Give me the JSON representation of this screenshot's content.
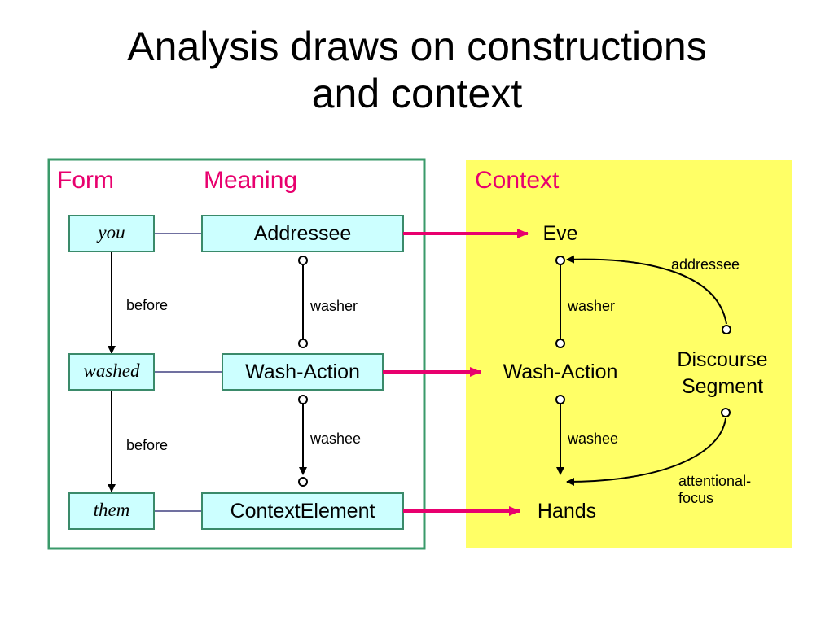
{
  "title": {
    "line1": "Analysis draws on constructions",
    "line2": "and context"
  },
  "panels": {
    "form_header": "Form",
    "meaning_header": "Meaning",
    "context_header": "Context"
  },
  "form_words": [
    "you",
    "washed",
    "them"
  ],
  "form_relations": [
    "before",
    "before"
  ],
  "meaning_nodes": [
    "Addressee",
    "Wash-Action",
    "ContextElement"
  ],
  "meaning_relations": [
    "washer",
    "washee"
  ],
  "context_nodes": [
    "Eve",
    "Wash-Action",
    "Hands"
  ],
  "context_relations": [
    "washer",
    "washee"
  ],
  "discourse": {
    "label_line1": "Discourse",
    "label_line2": "Segment",
    "addressee_label": "addressee",
    "attentional_line1": "attentional-",
    "attentional_line2": "focus"
  },
  "colors": {
    "panel_border": "#3a9a6a",
    "box_fill": "#ccffff",
    "box_border": "#3a8a6a",
    "accent_pink": "#e8006e",
    "context_fill": "#ffff66",
    "connector": "#7070a0"
  }
}
